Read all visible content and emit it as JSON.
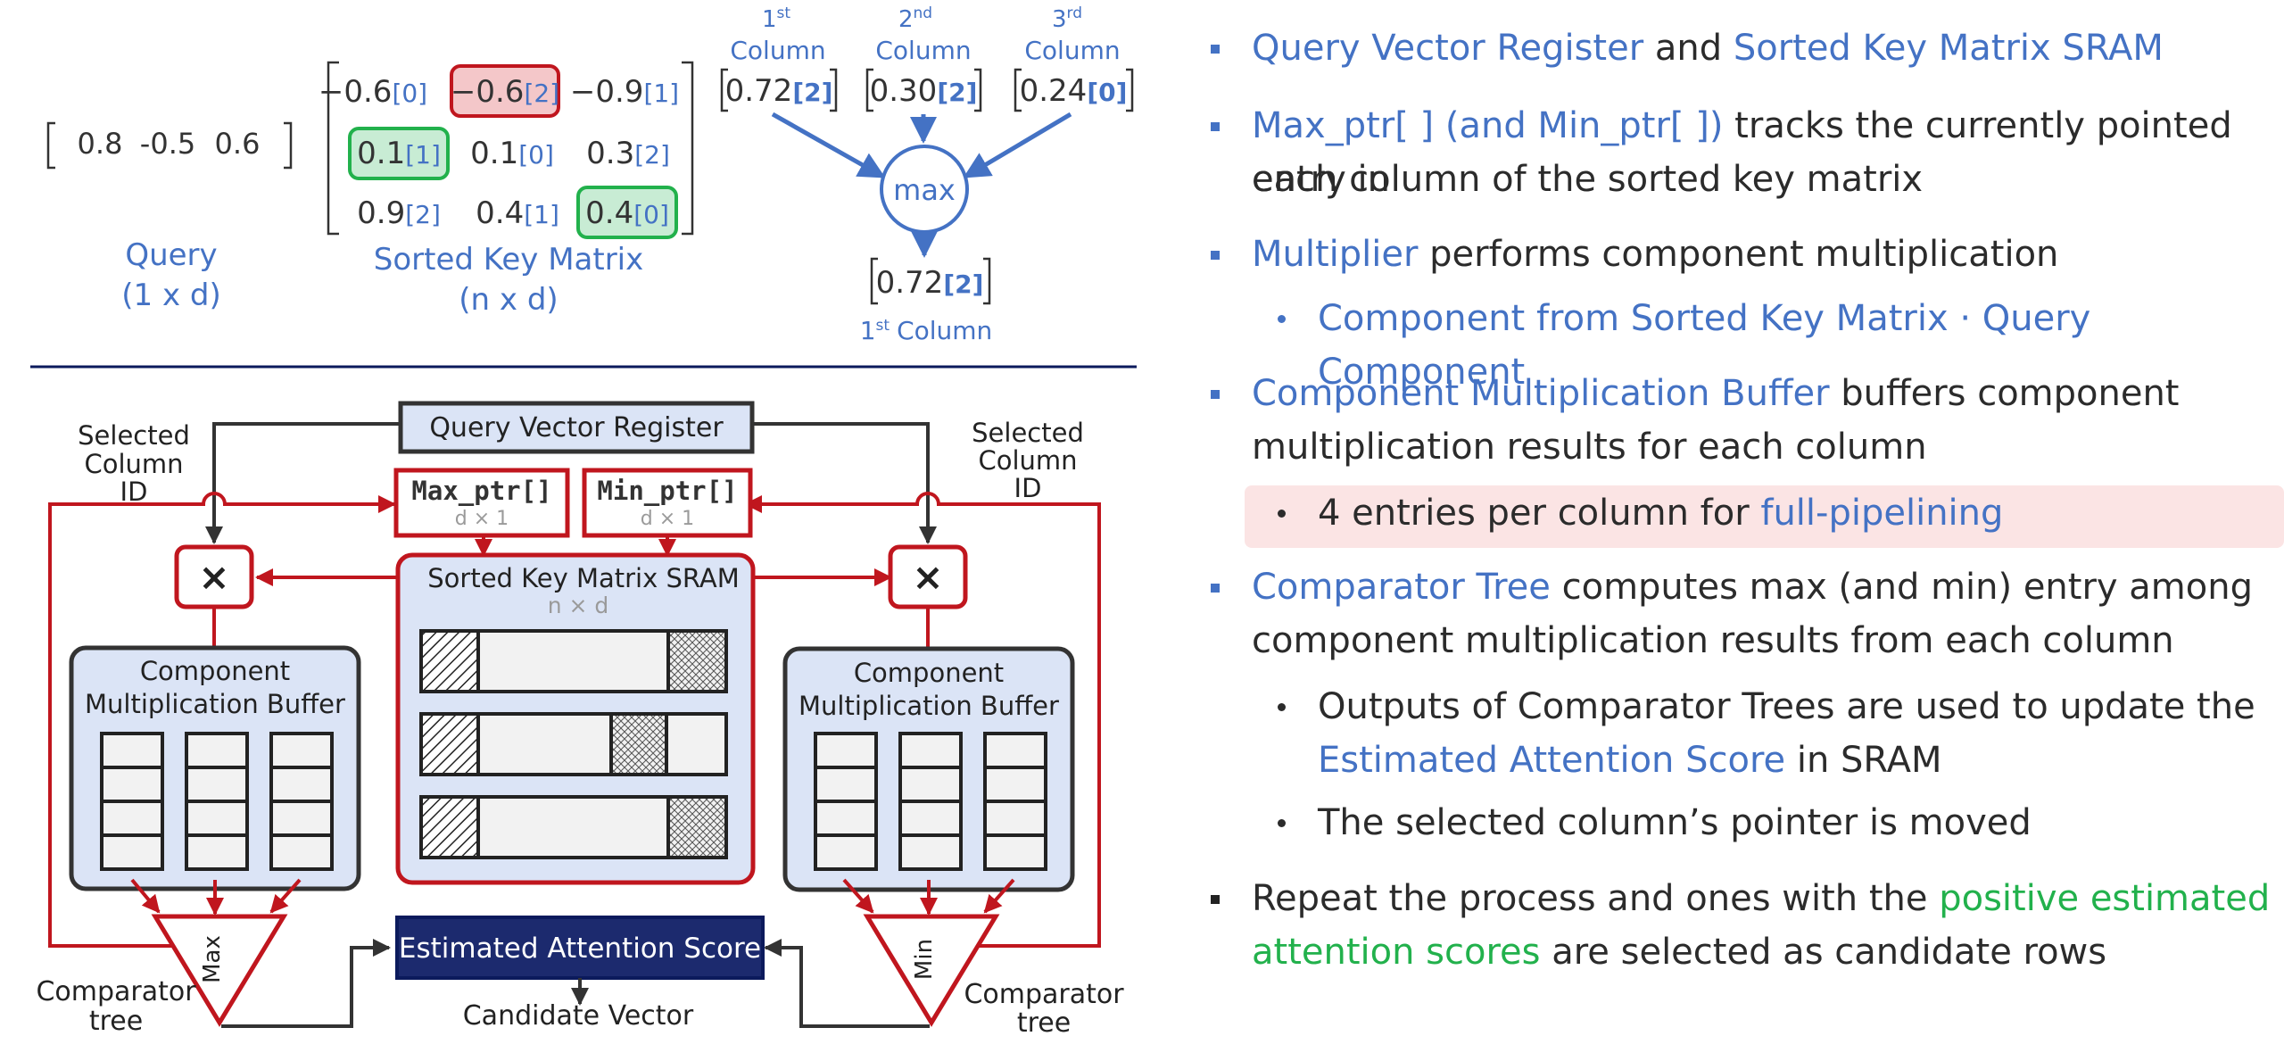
{
  "example": {
    "query_values": [
      "0.8",
      "-0.5",
      "0.6"
    ],
    "query_label": [
      "Query",
      "(1 x d)"
    ],
    "key_matrix_label": [
      "Sorted Key Matrix",
      "(n x d)"
    ],
    "key_matrix": [
      [
        {
          "v": "−0.6",
          "i": "[0]"
        },
        {
          "v": "−0.6",
          "i": "[2]"
        },
        {
          "v": "−0.9",
          "i": "[1]"
        }
      ],
      [
        {
          "v": "0.1",
          "i": "[1]"
        },
        {
          "v": "0.1",
          "i": "[0]"
        },
        {
          "v": "0.3",
          "i": "[2]"
        }
      ],
      [
        {
          "v": "0.9",
          "i": "[2]"
        },
        {
          "v": "0.4",
          "i": "[1]"
        },
        {
          "v": "0.4",
          "i": "[0]"
        }
      ]
    ],
    "columns": [
      {
        "ord": "1",
        "sup": "st",
        "word": "Column",
        "v": "0.72",
        "i": "[2]"
      },
      {
        "ord": "2",
        "sup": "nd",
        "word": "Column",
        "v": "0.30",
        "i": "[2]"
      },
      {
        "ord": "3",
        "sup": "rd",
        "word": "Column",
        "v": "0.24",
        "i": "[0]"
      }
    ],
    "max_label": "max",
    "result": {
      "v": "0.72",
      "i": "[2]",
      "ord": "1",
      "sup": "st",
      "word": "Column"
    },
    "colors": {
      "highlight_red": "#f4c7c9",
      "highlight_green": "#c8ecd4",
      "blue": "#4472c4"
    }
  },
  "arch": {
    "query_vector_register": "Query Vector Register",
    "max_ptr": "Max_ptr[]",
    "min_ptr": "Min_ptr[]",
    "ptr_dims": "d × 1",
    "sram_title": "Sorted Key Matrix SRAM",
    "sram_dims": "n × d",
    "multiply_symbol": "×",
    "buffer_label": [
      "Component",
      "Multiplication Buffer"
    ],
    "selected_column_id": [
      "Selected",
      "Column",
      "ID"
    ],
    "comparator_tree": [
      "Comparator",
      "tree"
    ],
    "max_tree": "Max",
    "min_tree": "Min",
    "estimated_attention_score": "Estimated Attention Score",
    "candidate_vector": "Candidate Vector",
    "colors": {
      "red": "#c0161e",
      "box_fill": "#dbe4f6",
      "dark": "#333333",
      "navy": "#1c2a6e",
      "navy_border": "#0b1a5c"
    }
  },
  "bullets": {
    "b1": {
      "a": "Query Vector Register",
      "b": " and ",
      "c": "Sorted Key Matrix SRAM"
    },
    "b2": {
      "a": "Max_ptr[ ] (and Min_ptr[ ])",
      "b": " tracks the currently pointed entry in",
      "c": "each column of the sorted key matrix"
    },
    "b3": {
      "a": "Multiplier",
      "b": " performs component multiplication"
    },
    "b3s": "Component from Sorted Key Matrix · Query Component",
    "b4": {
      "a": "Component Multiplication Buffer",
      "b": " buffers component",
      "c": "multiplication results for each column"
    },
    "b4s": {
      "a": "4 entries per column for ",
      "b": "full-pipelining"
    },
    "b5": {
      "a": "Comparator Tree",
      "b": " computes max (and min) entry among",
      "c": "component multiplication results from each column"
    },
    "b5s1": {
      "a": "Outputs of Comparator Trees are used to update the",
      "b": "Estimated Attention Score",
      "c": " in SRAM"
    },
    "b5s2": "The selected column’s pointer is moved",
    "b6": {
      "a": "Repeat the process and ones with the ",
      "b": "positive estimated",
      "c": "attention scores",
      "d": " are selected as candidate rows"
    }
  }
}
